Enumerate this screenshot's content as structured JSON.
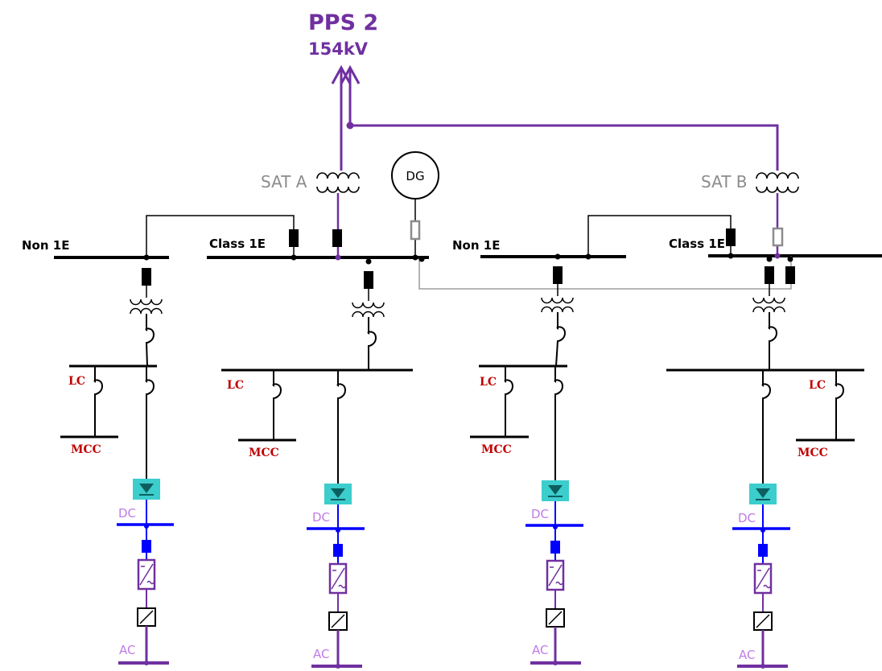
{
  "title": {
    "line1": "PPS 2",
    "line2": "154kV"
  },
  "transformers": {
    "a": "SAT A",
    "b": "SAT B"
  },
  "generator": "DG",
  "buses": {
    "non1e_a": "Non 1E",
    "class1e_a": "Class 1E",
    "non1e_b": "Non 1E",
    "class1e_b": "Class 1E"
  },
  "lc_label": "LC",
  "mcc_label": "MCC",
  "dc_label": "DC",
  "ac_label": "AC",
  "colors": {
    "purple": "#7030a0",
    "black": "#000000",
    "blue": "#0000ff",
    "grey": "#8c8c8c",
    "red": "#c00000",
    "teal": "#3ccdcd"
  }
}
